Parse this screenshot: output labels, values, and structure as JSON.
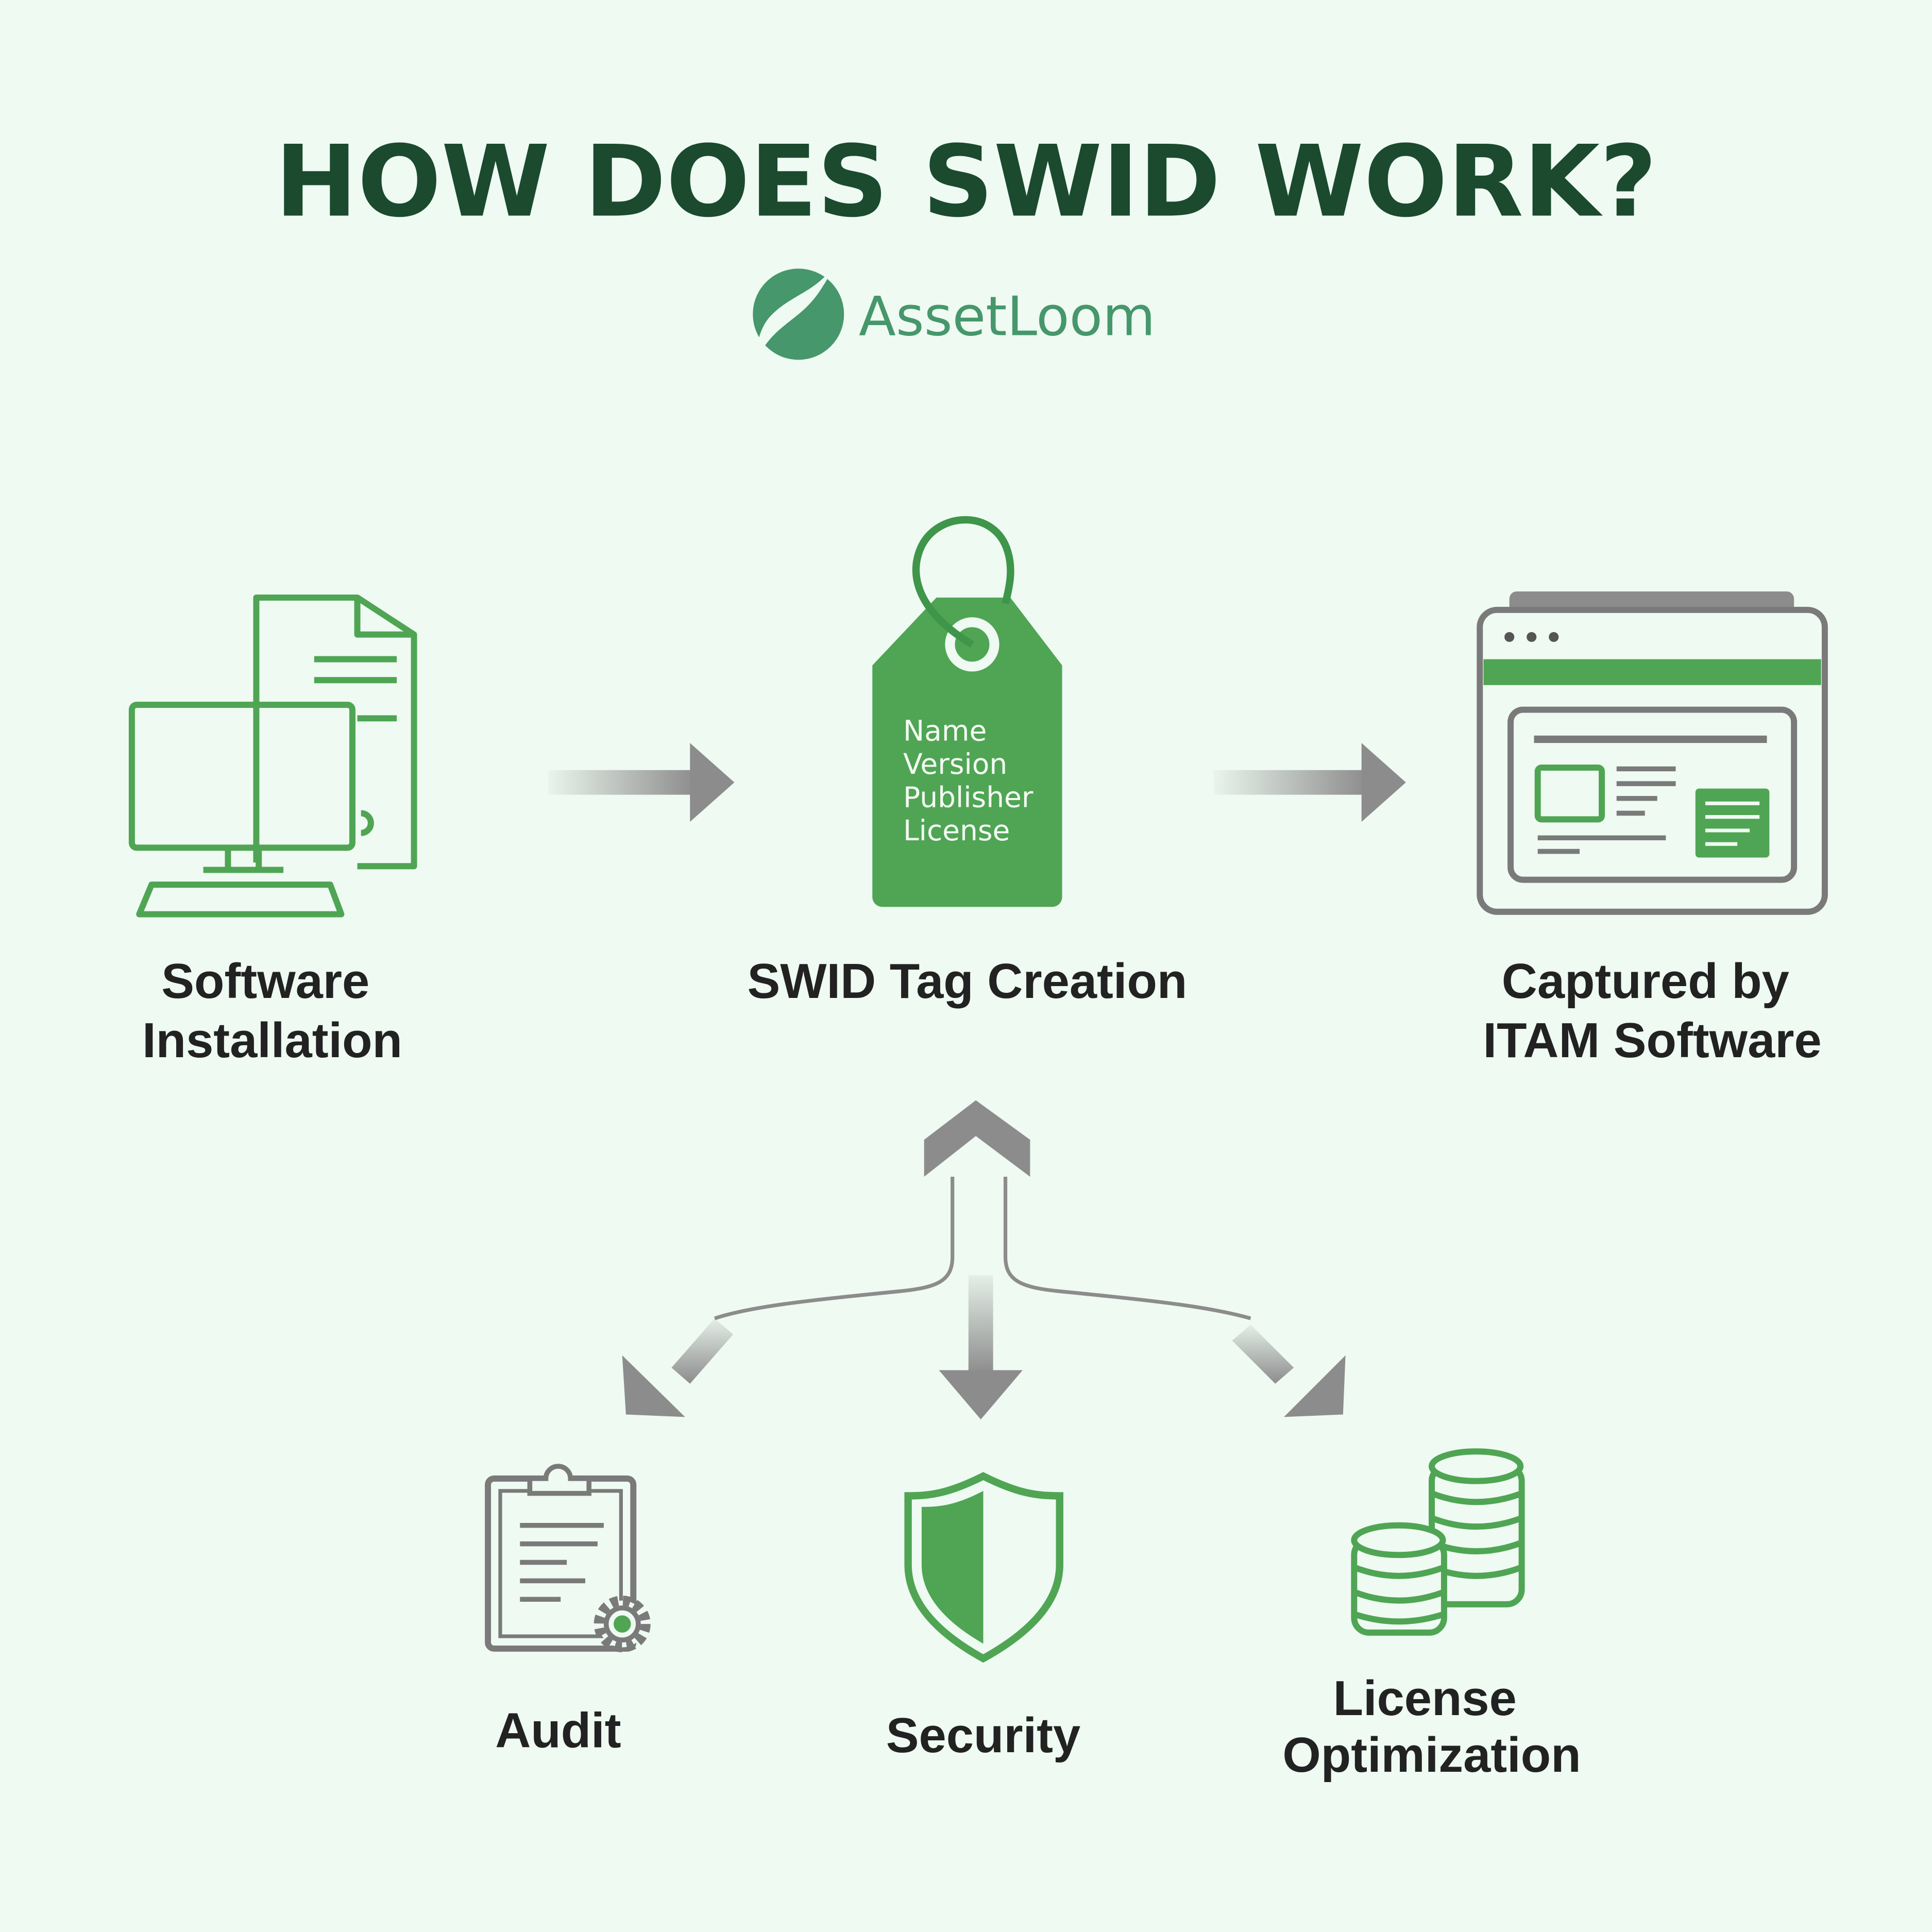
{
  "title": "HOW DOES SWID WORK?",
  "brand": {
    "name": "AssetLoom",
    "color": "#46976b"
  },
  "colors": {
    "background": "#eefaf2",
    "accent": "#4fa553",
    "title": "#1b4a2e",
    "arrow": "#8c8c8c"
  },
  "steps": [
    {
      "icon": "computer-icon",
      "lines": [
        "Software",
        "Installation"
      ]
    },
    {
      "icon": "tag-icon",
      "lines": [
        "SWID Tag Creation"
      ],
      "tag_fields": [
        "Name",
        "Version",
        "Publisher",
        "License"
      ]
    },
    {
      "icon": "browser-window-icon",
      "lines": [
        "Captured by",
        "ITAM Software"
      ]
    }
  ],
  "outcomes": [
    {
      "icon": "clipboard-gear-icon",
      "lines": [
        "Audit"
      ]
    },
    {
      "icon": "shield-icon",
      "lines": [
        "Security"
      ]
    },
    {
      "icon": "coins-icon",
      "lines": [
        "License",
        "Optimization"
      ]
    }
  ]
}
